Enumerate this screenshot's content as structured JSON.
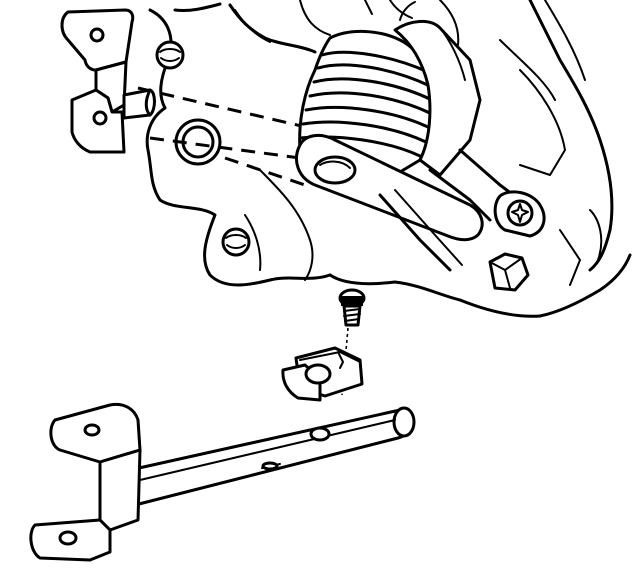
{
  "figure": {
    "style": "black-and-white technical line illustration",
    "background": "#ffffff",
    "line_color": "#000000"
  },
  "parts": [
    {
      "name": "transmission-housing",
      "kind": "structure"
    },
    {
      "name": "upper-mounting-bracket",
      "kind": "bracket"
    },
    {
      "name": "shift-lever-boot",
      "kind": "rubber-bellows"
    },
    {
      "name": "torx-bolt",
      "kind": "fastener"
    },
    {
      "name": "hex-bolt",
      "kind": "fastener"
    },
    {
      "name": "retaining-screw",
      "kind": "fastener"
    },
    {
      "name": "retaining-clip",
      "kind": "clip"
    },
    {
      "name": "shift-rod-assembly",
      "kind": "rod-with-bracket"
    }
  ],
  "callouts": {
    "alignment_lines": "dashed",
    "screw_axis": "dash-dot"
  }
}
